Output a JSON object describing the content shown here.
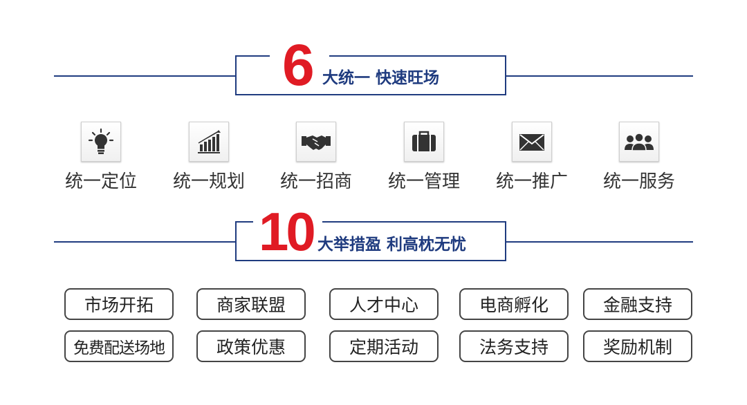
{
  "section1": {
    "number": "6",
    "headline": "大统一  快速旺场"
  },
  "icons": [
    {
      "icon": "lightbulb-icon",
      "label": "统一定位"
    },
    {
      "icon": "bar-chart-icon",
      "label": "统一规划"
    },
    {
      "icon": "handshake-icon",
      "label": "统一招商"
    },
    {
      "icon": "briefcase-icon",
      "label": "统一管理"
    },
    {
      "icon": "envelope-icon",
      "label": "统一推广"
    },
    {
      "icon": "people-icon",
      "label": "统一服务"
    }
  ],
  "section2": {
    "number": "10",
    "headline": "大举措盈  利高枕无忧"
  },
  "measures_row1": [
    "市场开拓",
    "商家联盟",
    "人才中心",
    "电商孵化",
    "金融支持"
  ],
  "measures_row2": [
    "免费配送场地",
    "政策优惠",
    "定期活动",
    "法务支持",
    "奖励机制"
  ],
  "colors": {
    "accent_red": "#e01b24",
    "navy": "#1f3b7f",
    "pill_border": "#444444"
  }
}
